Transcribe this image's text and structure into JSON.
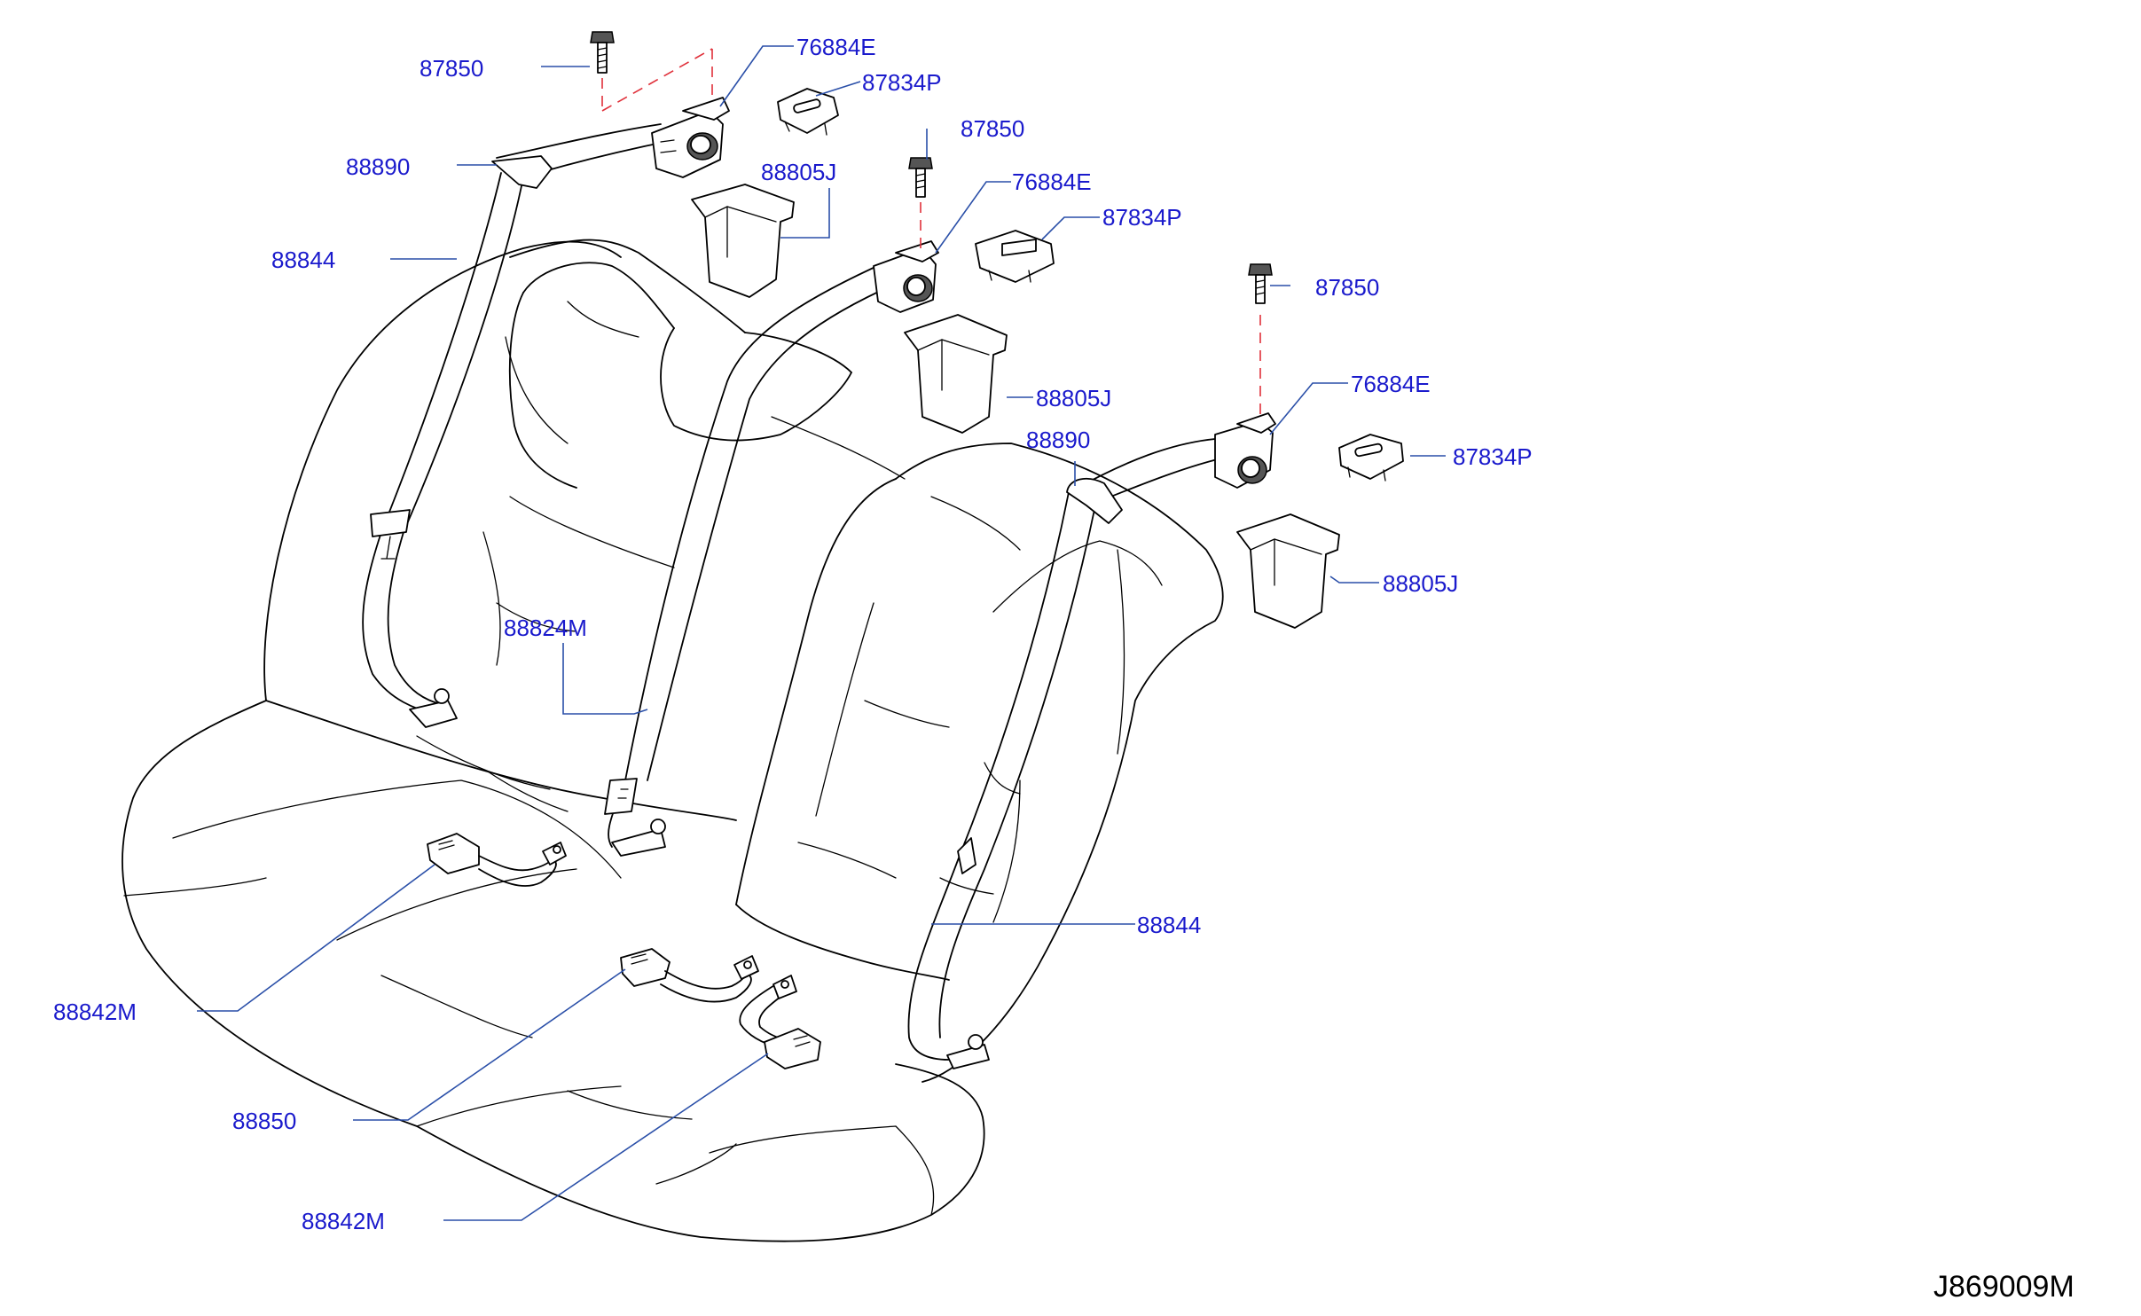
{
  "diagram_code": "J869009M",
  "colors": {
    "label": "#1a1acc",
    "leader": "#2a4fa8",
    "hint_line": "#e0303a",
    "ink": "#000000"
  },
  "labels": {
    "bolt_left": "87850",
    "retractor_bracket_left": "76884E",
    "cover_left": "87834P",
    "guide_left": "88890",
    "cup_left": "88805J",
    "belt_left": "88844",
    "bolt_center": "87850",
    "retractor_bracket_center": "76884E",
    "cover_center": "87834P",
    "cup_center": "88805J",
    "belt_center": "88824M",
    "bolt_right": "87850",
    "retractor_bracket_right": "76884E",
    "cover_right": "87834P",
    "guide_right": "88890",
    "cup_right": "88805J",
    "belt_right": "88844",
    "buckle_left": "88842M",
    "buckle_center": "88850",
    "buckle_right": "88842M"
  }
}
